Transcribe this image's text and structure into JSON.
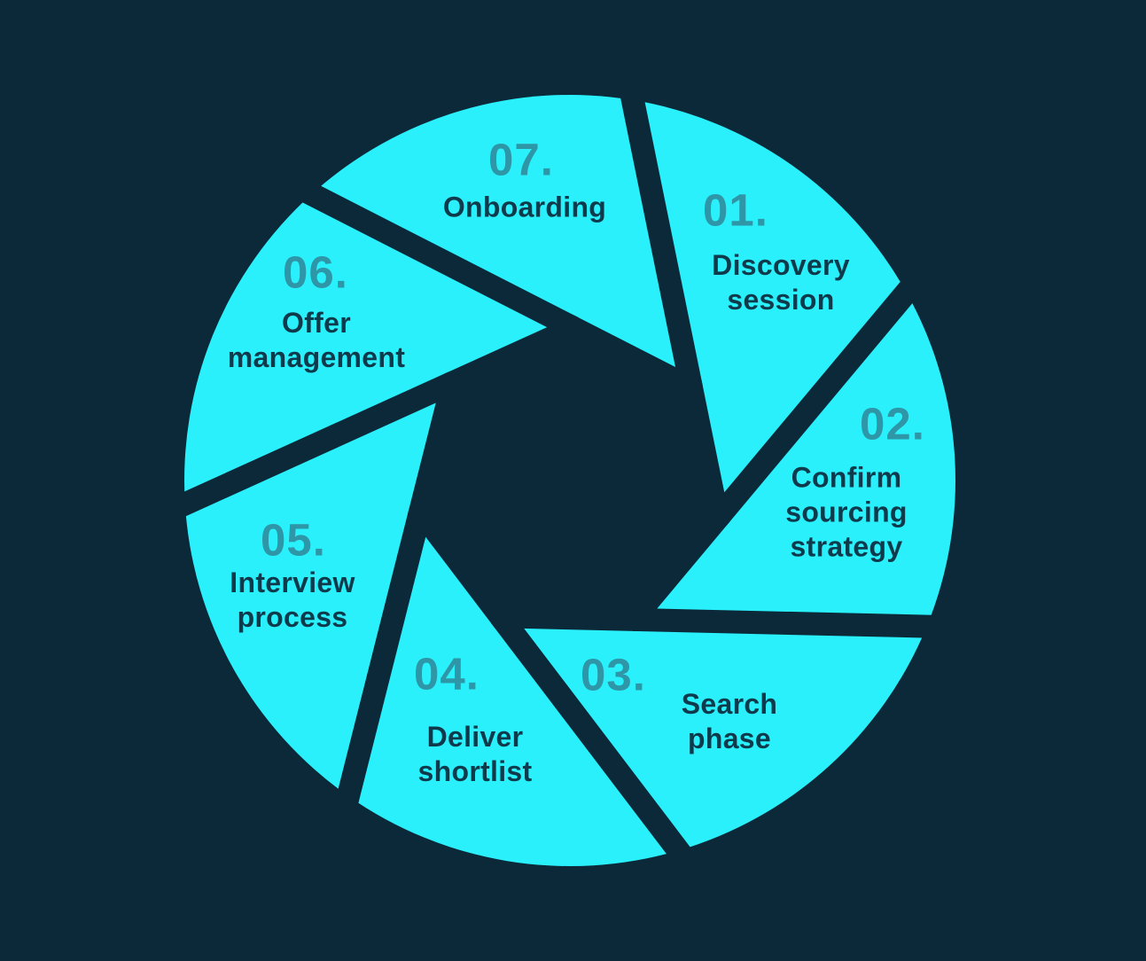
{
  "diagram": {
    "title": "Seven-step process aperture diagram",
    "shape": "seven-blade aperture wheel",
    "steps": [
      {
        "number": "01.",
        "label": "Discovery\nsession"
      },
      {
        "number": "02.",
        "label": "Confirm\nsourcing\nstrategy"
      },
      {
        "number": "03.",
        "label": "Search\nphase"
      },
      {
        "number": "04.",
        "label": "Deliver\nshortlist"
      },
      {
        "number": "05.",
        "label": "Interview\nprocess"
      },
      {
        "number": "06.",
        "label": "Offer\nmanagement"
      },
      {
        "number": "07.",
        "label": "Onboarding"
      }
    ],
    "colors": {
      "background": "#0B2938",
      "blade": "#2AF0FC",
      "number": "#2E96A6",
      "label": "#0E3A4B"
    }
  }
}
